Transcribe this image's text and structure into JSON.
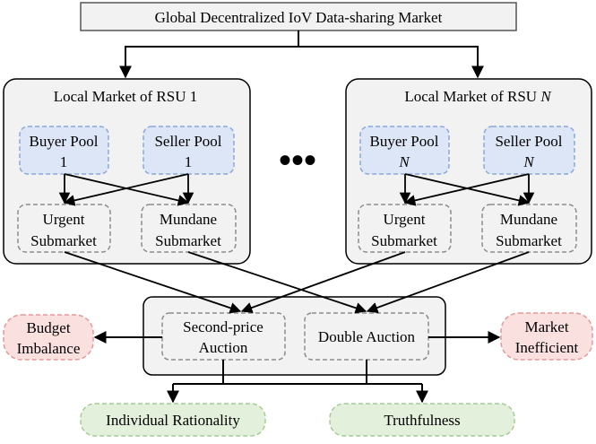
{
  "header": {
    "title": "Global Decentralized IoV Data-sharing Market"
  },
  "local_market_1": {
    "title": "Local Market of RSU 1",
    "buyer_pool": [
      "Buyer Pool",
      "1"
    ],
    "seller_pool": [
      "Seller Pool",
      "1"
    ],
    "urgent": [
      "Urgent",
      "Submarket"
    ],
    "mundane": [
      "Mundane",
      "Submarket"
    ]
  },
  "ellipsis": "•••",
  "local_market_n": {
    "title": "Local Market of RSU N",
    "title_prefix": "Local Market of RSU ",
    "title_var": "N",
    "buyer_pool": [
      "Buyer Pool",
      "N"
    ],
    "seller_pool": [
      "Seller Pool",
      "N"
    ],
    "urgent": [
      "Urgent",
      "Submarket"
    ],
    "mundane": [
      "Mundane",
      "Submarket"
    ]
  },
  "auctions": {
    "second_price": [
      "Second-price",
      "Auction"
    ],
    "double": "Double Auction"
  },
  "outcomes": {
    "budget": [
      "Budget",
      "Imbalance"
    ],
    "market": [
      "Market",
      "Inefficient"
    ],
    "individual": "Individual Rationality",
    "truthfulness": "Truthfulness"
  },
  "colors": {
    "pool_fill": "#dde6f6",
    "pool_border": "#8aa8dc",
    "neg_fill": "#fbe0e0",
    "neg_border": "#e39a9a",
    "pos_fill": "#e3f0dc",
    "pos_border": "#a6cc96",
    "panel_fill": "#f2f2f2",
    "sub_border": "#8c8c8c"
  }
}
